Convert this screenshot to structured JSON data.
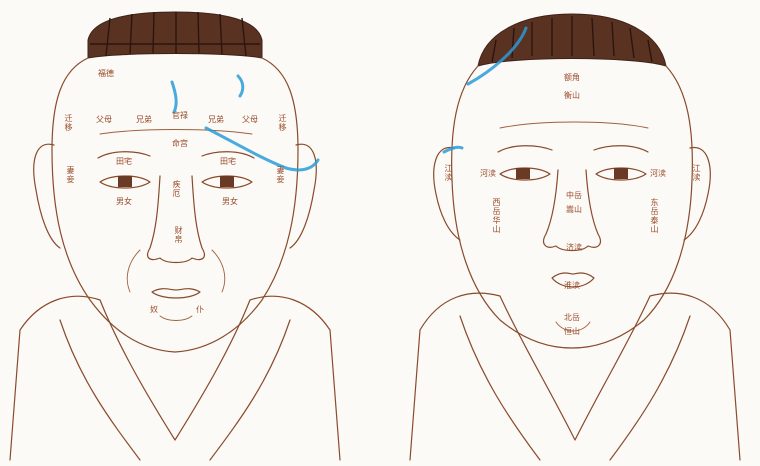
{
  "figures": {
    "left": {
      "labels": {
        "top_1": "福德",
        "l_upper_vert": "迁移",
        "l_mid": "父母",
        "l_mid2": "兄弟",
        "center_top": "官禄",
        "center": "命宫",
        "r_mid": "兄弟",
        "r_mid2": "父母",
        "r_upper_vert": "迁移",
        "l_eye_top": "田宅",
        "r_eye_top": "田宅",
        "l_cheek_vert": "妻妾",
        "r_cheek_vert": "妻妾",
        "l_under_eye": "男女",
        "r_under_eye": "男女",
        "nose_mid": "疾厄",
        "nose_low": "财帛",
        "chin_left": "奴",
        "chin_right": "仆"
      }
    },
    "right": {
      "labels": {
        "top_1": "额角",
        "top_2": "衡山",
        "l_ear_vert": "江渎",
        "l_eye": "河渎",
        "r_eye": "河渎",
        "r_ear_vert": "江渎",
        "nose_1": "中岳",
        "nose_2": "嵩山",
        "l_cheek_vert": "西岳华山",
        "r_cheek_vert": "东岳泰山",
        "philtrum": "济渎",
        "mouth": "淮渎",
        "chin_1": "北岳",
        "chin_2": "恒山"
      }
    }
  }
}
